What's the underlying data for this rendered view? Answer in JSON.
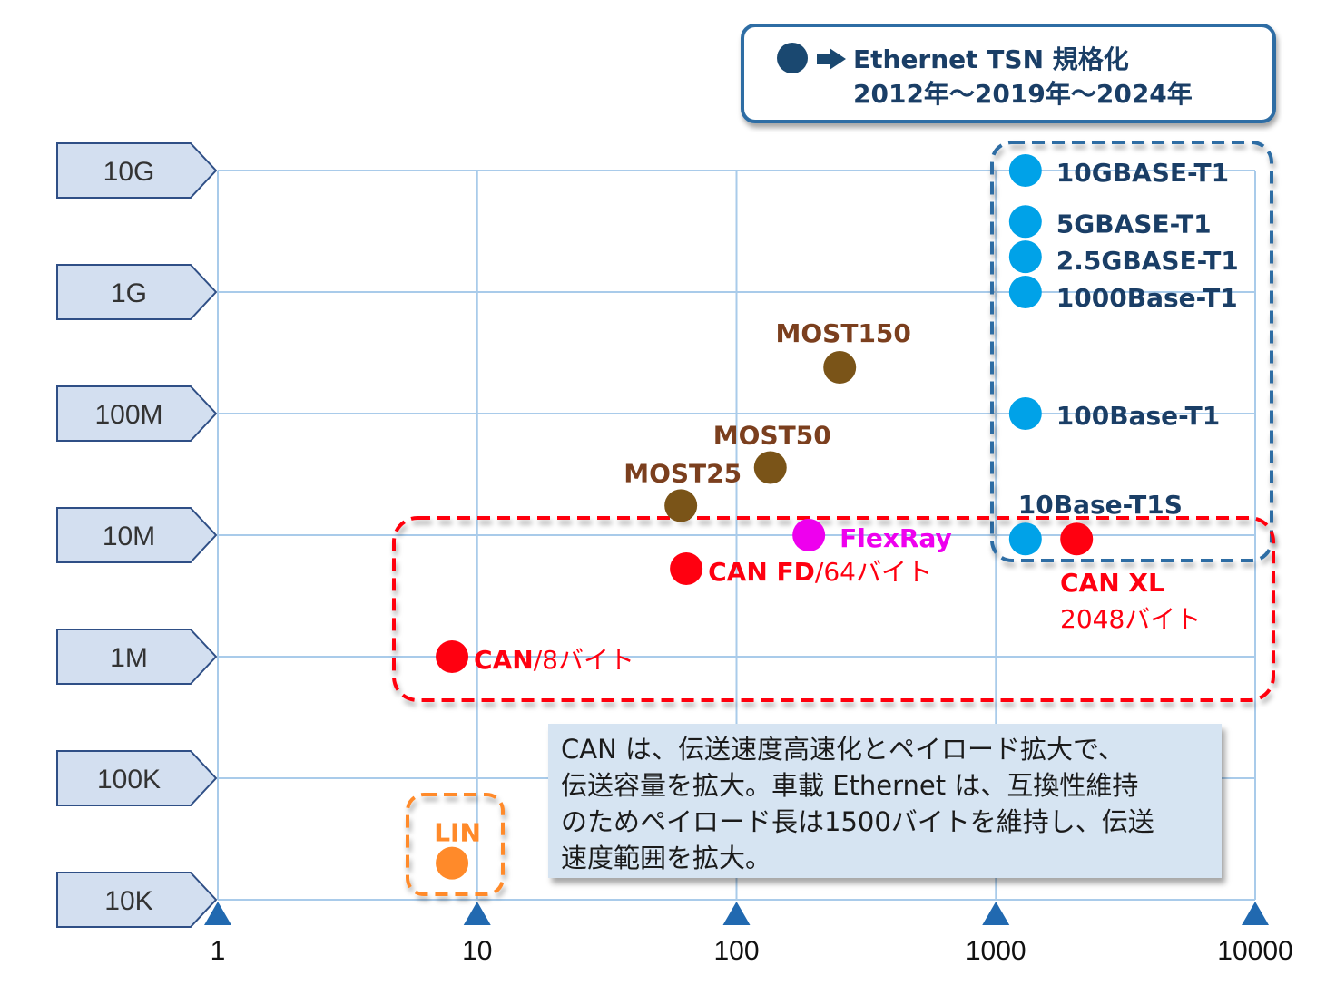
{
  "chart_data": {
    "type": "scatter",
    "title": "",
    "xlabel": "",
    "ylabel": "",
    "x_scale": "log",
    "y_scale": "log",
    "xlim": [
      1,
      10000
    ],
    "ylim": [
      10000,
      10000000000
    ],
    "grid": true,
    "x_ticks": [
      {
        "value": 1,
        "label": "1"
      },
      {
        "value": 10,
        "label": "10"
      },
      {
        "value": 100,
        "label": "100"
      },
      {
        "value": 1000,
        "label": "1000"
      },
      {
        "value": 10000,
        "label": "10000"
      }
    ],
    "y_ticks": [
      {
        "value": 10000000000,
        "label": "10G"
      },
      {
        "value": 1000000000,
        "label": "1G"
      },
      {
        "value": 100000000,
        "label": "100M"
      },
      {
        "value": 10000000,
        "label": "10M"
      },
      {
        "value": 1000000,
        "label": "1M"
      },
      {
        "value": 100000,
        "label": "100K"
      },
      {
        "value": 10000,
        "label": "10K"
      }
    ],
    "series": [
      {
        "name": "Ethernet",
        "color": "#00a2e8",
        "text_color": "#1a3e66",
        "points": [
          {
            "label": "10GBASE-T1",
            "x": 1300,
            "y": 10000000000
          },
          {
            "label": "5GBASE-T1",
            "x": 1300,
            "y": 3800000000
          },
          {
            "label": "2.5GBASE-T1",
            "x": 1300,
            "y": 1950000000
          },
          {
            "label": "1000Base-T1",
            "x": 1300,
            "y": 1000000000
          },
          {
            "label": "100Base-T1",
            "x": 1300,
            "y": 100000000
          },
          {
            "label": "10Base-T1S",
            "x": 1300,
            "y": 9300000
          }
        ]
      },
      {
        "name": "MOST",
        "color": "#7a5418",
        "text_color": "#7b3f1e",
        "points": [
          {
            "label": "MOST150",
            "x": 250,
            "y": 240000000
          },
          {
            "label": "MOST50",
            "x": 135,
            "y": 36000000
          },
          {
            "label": "MOST25",
            "x": 61,
            "y": 17500000
          }
        ]
      },
      {
        "name": "FlexRay",
        "color": "#ee00ee",
        "text_color": "#ee00ee",
        "points": [
          {
            "label": "FlexRay",
            "x": 190,
            "y": 10000000
          }
        ]
      },
      {
        "name": "CAN",
        "color": "#ff0010",
        "text_color": "#ff0010",
        "points": [
          {
            "label": "CAN FD",
            "sublabel": "/64バイト",
            "x": 64,
            "y": 5300000
          },
          {
            "label": "CAN",
            "sublabel": "/8バイト",
            "x": 8,
            "y": 1000000
          },
          {
            "label": "CAN XL",
            "sublabel": "2048バイト",
            "x": 2048,
            "y": 9300000
          }
        ]
      },
      {
        "name": "LIN",
        "color": "#ff8a2a",
        "text_color": "#ff8a2a",
        "points": [
          {
            "label": "LIN",
            "x": 8,
            "y": 20000
          }
        ]
      }
    ],
    "legend": {
      "position": "top-right",
      "line1": "Ethernet TSN 規格化",
      "line2": "2012年～2019年～2024年",
      "marker_color": "#1a4870"
    },
    "annotation": {
      "lines": [
        "CAN は、伝送速度高速化とペイロード拡大で、",
        "伝送容量を拡大。車載 Ethernet は、互換性維持",
        "のためペイロード長は1500バイトを維持し、伝送",
        "速度範囲を拡大。"
      ]
    },
    "group_boxes": [
      {
        "name": "ethernet-group",
        "color": "#2e6da4"
      },
      {
        "name": "can-group",
        "color": "#ff0010"
      },
      {
        "name": "lin-group",
        "color": "#ff8a2a"
      }
    ]
  }
}
